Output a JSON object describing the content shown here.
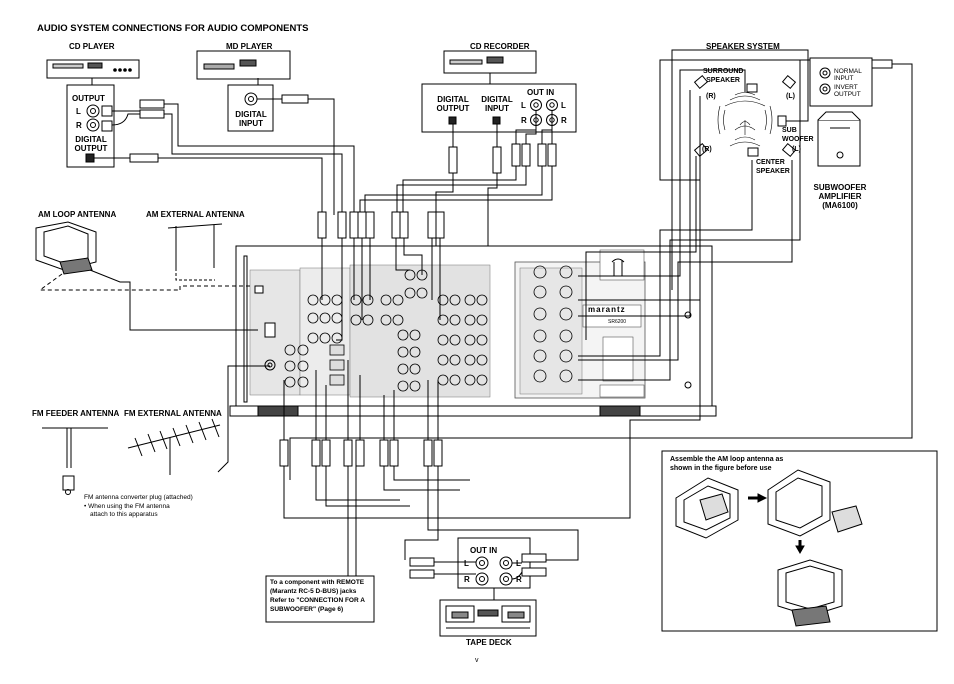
{
  "title": "AUDIO SYSTEM CONNECTIONS FOR AUDIO COMPONENTS",
  "components": {
    "cd_player": "CD PLAYER",
    "md_player": "MD PLAYER",
    "cd_recorder": "CD RECORDER",
    "speaker_system": "SPEAKER SYSTEM",
    "tape_deck": "TAPE DECK",
    "am_loop_antenna": "AM LOOP ANTENNA",
    "am_external_antenna": "AM EXTERNAL ANTENNA",
    "fm_feeder_antenna": "FM FEEDER ANTENNA",
    "fm_external_antenna": "FM EXTERNAL ANTENNA",
    "subwoofer_amp_line1": "SUBWOOFER",
    "subwoofer_amp_line2": "AMPLIFIER",
    "subwoofer_amp_line3": "(MA6100)"
  },
  "cd_player_jacks": {
    "output": "OUTPUT",
    "l": "L",
    "r": "R",
    "digital_output_line1": "DIGITAL",
    "digital_output_line2": "OUTPUT"
  },
  "md_player_jacks": {
    "digital_input_line1": "DIGITAL",
    "digital_input_line2": "INPUT"
  },
  "cd_recorder_jacks": {
    "digital_output_line1": "DIGITAL",
    "digital_output_line2": "OUTPUT",
    "digital_input_line1": "DIGITAL",
    "digital_input_line2": "INPUT",
    "out_in": "OUT  IN",
    "l_left": "L",
    "l_right": "L",
    "r_left": "R",
    "r_right": "R"
  },
  "speakers": {
    "surround_line1": "SURROUND",
    "surround_line2": "SPEAKER",
    "r_top": "(R)",
    "l_top": "(L)",
    "r_bottom": "(R)",
    "l_bottom": "(L)",
    "sub_woofer_line1": "SUB",
    "sub_woofer_line2": "WOOFER",
    "center_line1": "CENTER",
    "center_line2": "SPEAKER"
  },
  "subwoofer_panel": {
    "normal_input_line1": "NORMAL",
    "normal_input_line2": "INPUT",
    "invert_output_line1": "INVERT",
    "invert_output_line2": "OUTPUT"
  },
  "tape_jacks": {
    "out_in": "OUT  IN",
    "l_left": "L",
    "l_right": "L",
    "r_left": "R",
    "r_right": "R"
  },
  "fm_notes": {
    "line1": "FM antenna converter plug (attached)",
    "line2": "• When using the FM antenna",
    "line3": "  attach to this apparatus"
  },
  "remote_note": {
    "line1": "To a component with REMOTE",
    "line2": "(Marantz RC-5 D-BUS) jacks",
    "line3": "Refer to \"CONNECTION FOR A",
    "line4": "SUBWOOFER\" (Page 6)"
  },
  "am_assembly_note": {
    "line1": "Assemble the AM loop antenna as",
    "line2": "shown in the figure before use"
  },
  "receiver": {
    "brand": "marantz",
    "model": "SR6200"
  },
  "page_number": "v"
}
